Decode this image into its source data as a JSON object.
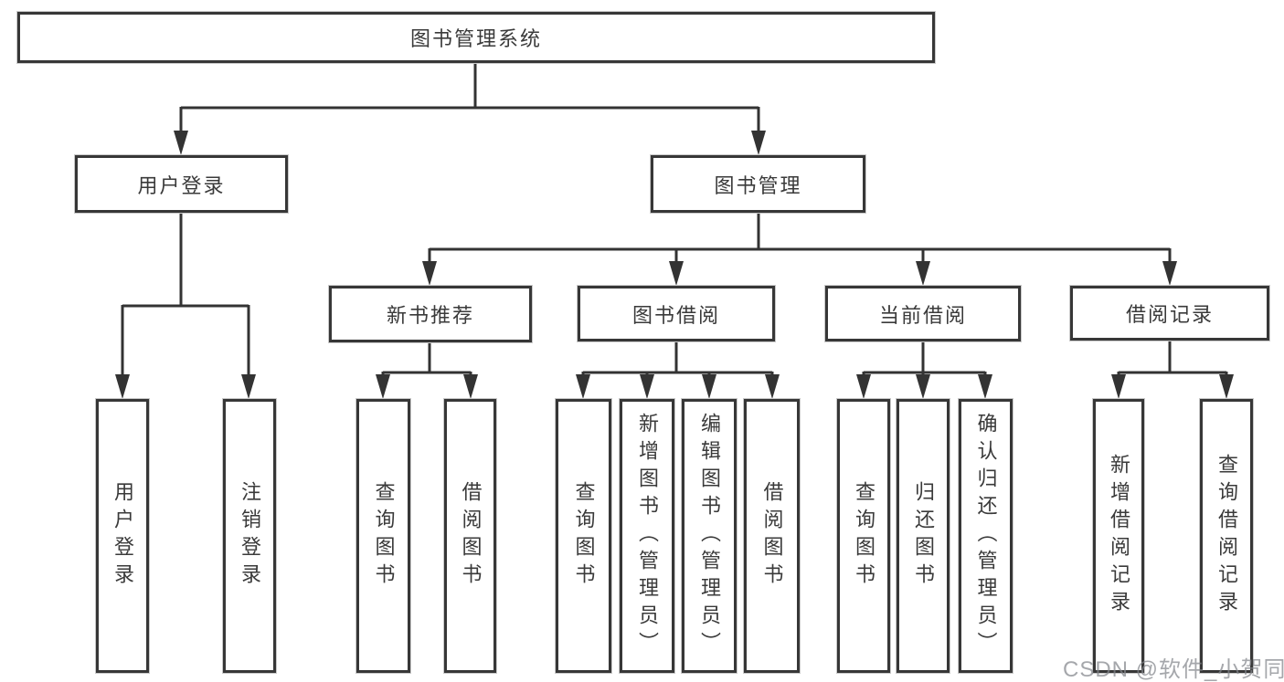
{
  "tree": {
    "root": {
      "label": "图书管理系统"
    },
    "login": {
      "label": "用户登录",
      "leaves": [
        "用户登录",
        "注销登录"
      ]
    },
    "mgmt": {
      "label": "图书管理",
      "groups": [
        {
          "label": "新书推荐",
          "leaves": [
            "查询图书",
            "借阅图书"
          ]
        },
        {
          "label": "图书借阅",
          "leaves": [
            "查询图书",
            "新增图书（管理员）",
            "编辑图书（管理员）",
            "借阅图书"
          ]
        },
        {
          "label": "当前借阅",
          "leaves": [
            "查询图书",
            "归还图书",
            "确认归还（管理员）"
          ]
        },
        {
          "label": "借阅记录",
          "leaves": [
            "新增借阅记录",
            "查询借阅记录"
          ]
        }
      ]
    }
  },
  "watermark": {
    "text": "CSDN @软件_小贺同学"
  },
  "colors": {
    "line": "#333333",
    "box_border": "#373737",
    "text": "#3a3a3a",
    "watermark": "#8a8d92",
    "background": "#ffffff"
  }
}
